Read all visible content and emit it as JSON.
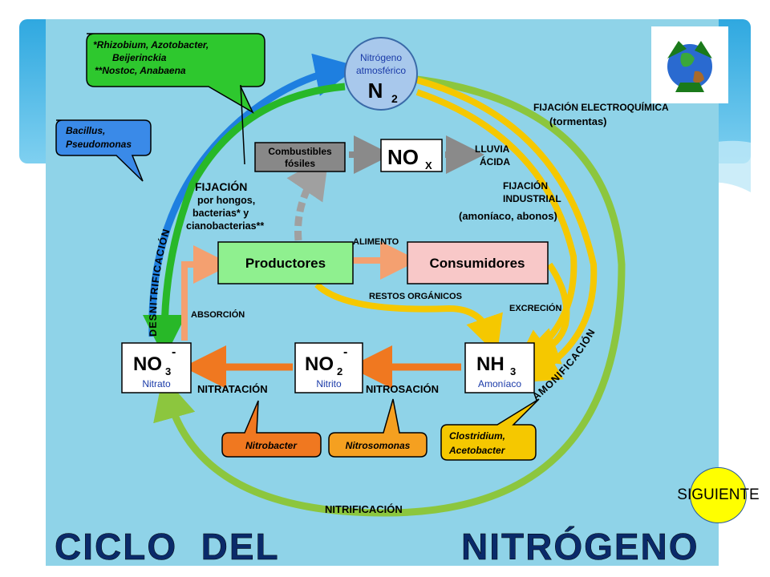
{
  "diagram": {
    "nodes": {
      "n2_label": [
        "Nitrógeno",
        "atmosférico"
      ],
      "n2_formula": "N",
      "n2_sub": "2",
      "fossil": [
        "Combustibles",
        "fósiles"
      ],
      "nox": "NO",
      "nox_sub": "X",
      "producers": "Productores",
      "consumers": "Consumidores",
      "no3": "NO",
      "no3_sub": "3",
      "no3_sup": "-",
      "no3_name": "Nitrato",
      "no2": "NO",
      "no2_sub": "2",
      "no2_sup": "-",
      "no2_name": "Nitrito",
      "nh3": "NH",
      "nh3_sub": "3",
      "nh3_name": "Amoníaco"
    },
    "callouts": {
      "fixers": [
        "*Rhizobium, Azotobacter,",
        "Beijerinckia",
        "**Nostoc, Anabaena"
      ],
      "denitrifiers": [
        "Bacillus,",
        "Pseudomonas"
      ],
      "nitrobacter": "Nitrobacter",
      "nitrosomonas": "Nitrosomonas",
      "ammonifiers": [
        "Clostridium,",
        "Acetobacter"
      ]
    },
    "labels": {
      "denitrification": "DESNITRIFICACIÓN",
      "fixation_title": "FIJACIÓN",
      "fixation_lines": [
        "por hongos,",
        "bacterias* y",
        "cianobacterias**"
      ],
      "electro": [
        "FIJACIÓN ELECTROQUÍMICA",
        "(tormentas)"
      ],
      "acid_rain": [
        "LLUVIA",
        "ÁCIDA"
      ],
      "industrial": [
        "FIJACIÓN",
        "INDUSTRIAL",
        "(amoníaco, abonos)"
      ],
      "food": "ALIMENTO",
      "organic": "RESTOS ORGÁNICOS",
      "excretion": "EXCRECIÓN",
      "absorption": "ABSORCIÓN",
      "ammonification": "AMONIFICACIÓN",
      "nitratation": "NITRATACIÓN",
      "nitrosation": "NITROSACIÓN",
      "nitrification": "NITRIFICACIÓN",
      "big_title_left": "CICLO  DEL",
      "big_title_right": "NITRÓGENO"
    }
  },
  "colors": {
    "blue_arrow": "#1e7fe0",
    "green_arrow": "#28b828",
    "light_green_arrow": "#8cc63e",
    "yellow_arrow": "#f5c800",
    "orange_arrow": "#f07820",
    "salmon_arrow": "#f4a070",
    "grey_arrow": "#a0a0a0"
  },
  "button": {
    "label": "SIGUIENTE"
  }
}
